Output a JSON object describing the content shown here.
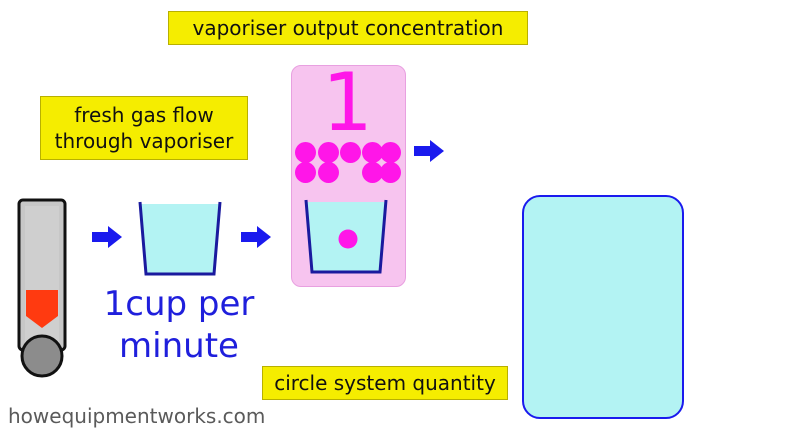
{
  "labels": {
    "vaporiser_output": "vaporiser output concentration",
    "fresh_gas_line1": "fresh gas flow",
    "fresh_gas_line2": "through vaporiser",
    "circle_system": "circle system quantity"
  },
  "flow_rate": {
    "line1": "1cup per",
    "line2": "minute"
  },
  "concentration_value": "1",
  "footer": "howequipmentworks.com",
  "colors": {
    "label_bg": "#f5ed00",
    "arrow": "#1a1aee",
    "dot": "#ff16e8",
    "liquid": "#b3f3f3",
    "vaporiser_bg": "#f7c4ef",
    "flow_text": "#1f1fdc",
    "flowmeter_bobbin": "#ff3a10"
  },
  "icons": [
    "flowmeter-icon",
    "cup-icon",
    "arrow-right-icon",
    "vapour-dot-icon",
    "reservoir-icon"
  ]
}
